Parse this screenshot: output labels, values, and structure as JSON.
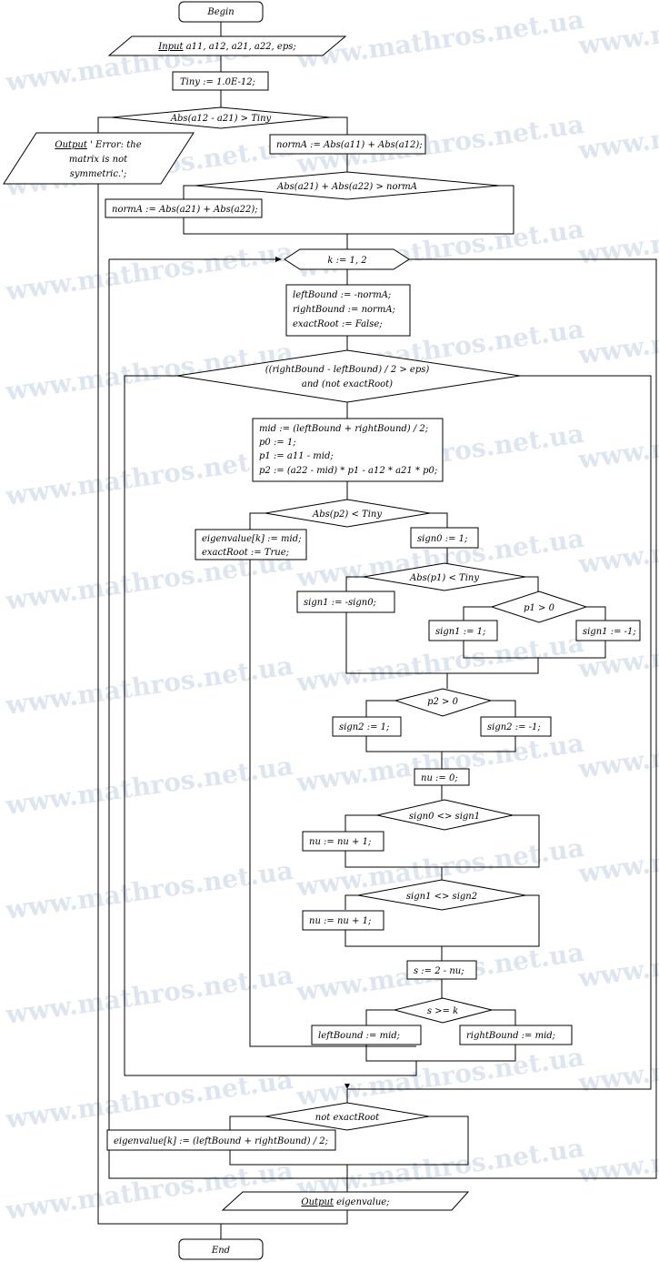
{
  "watermark": "www.mathros.net.ua",
  "flowchart": {
    "begin": "Begin",
    "end": "End",
    "input_keyword": "Input",
    "input_vars": "a11, a12, a21, a22, eps;",
    "tiny_assign": "Tiny := 1.0E-12;",
    "cond_symmetry": "Abs(a12 - a21) > Tiny",
    "output_error_keyword": "Output",
    "output_error_lines": [
      "' Error: the",
      "matrix is not",
      "symmetric.';"
    ],
    "norma_assign_1": "normA := Abs(a11) + Abs(a12);",
    "cond_norma": "Abs(a21) + Abs(a22) > normA",
    "norma_assign_2": "normA := Abs(a21) + Abs(a22);",
    "loop_k": "k := 1, 2",
    "init_lines": [
      "leftBound := -normA;",
      "rightBound := normA;",
      "exactRoot := False;"
    ],
    "cond_while_lines": [
      "((rightBound - leftBound) / 2 > eps)",
      "and (not exactRoot)"
    ],
    "calc_lines": [
      "mid := (leftBound + rightBound) / 2;",
      "p0 := 1;",
      "p1 := a11 - mid;",
      "p2 := (a22 - mid) * p1 - a12 * a21 * p0;"
    ],
    "cond_p2_tiny": "Abs(p2) < Tiny",
    "eigen_exact_lines": [
      "eigenvalue[k] := mid;",
      "exactRoot := True;"
    ],
    "sign0_assign": "sign0 := 1;",
    "cond_p1_tiny": "Abs(p1) < Tiny",
    "sign1_neg_sign0": "sign1 := -sign0;",
    "cond_p1_pos": "p1 > 0",
    "sign1_plus": "sign1 := 1;",
    "sign1_minus": "sign1 := -1;",
    "cond_p2_pos": "p2 > 0",
    "sign2_plus": "sign2 := 1;",
    "sign2_minus": "sign2 := -1;",
    "nu_zero": "nu := 0;",
    "cond_sign0_sign1": "sign0 <> sign1",
    "nu_inc_1": "nu := nu + 1;",
    "cond_sign1_sign2": "sign1 <> sign2",
    "nu_inc_2": "nu := nu + 1;",
    "s_assign": "s := 2 - nu;",
    "cond_s_k": "s >= k",
    "left_mid": "leftBound := mid;",
    "right_mid": "rightBound := mid;",
    "cond_not_exact": "not exactRoot",
    "eigen_avg": "eigenvalue[k] := (leftBound + rightBound) / 2;",
    "output_keyword": "Output",
    "output_vars": "eigenvalue;"
  }
}
